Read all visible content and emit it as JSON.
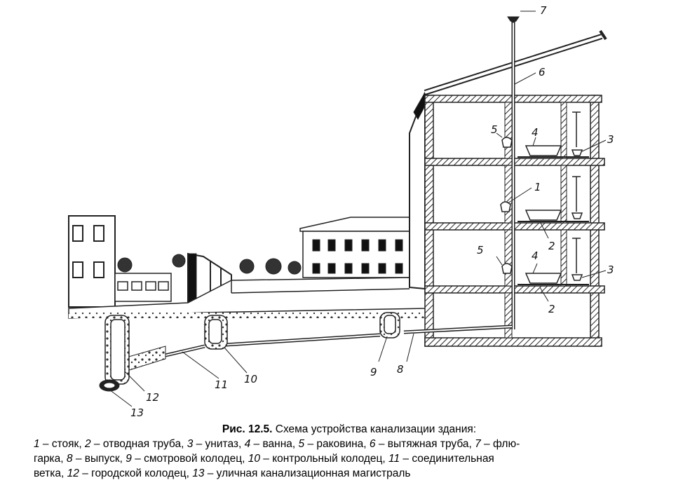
{
  "labels": {
    "l1": "1",
    "l2a": "2",
    "l2b": "2",
    "l3a": "3",
    "l3b": "3",
    "l4a": "4",
    "l4b": "4",
    "l5a": "5",
    "l5b": "5",
    "l6": "6",
    "l7": "7",
    "l8": "8",
    "l9": "9",
    "l10": "10",
    "l11": "11",
    "l12": "12",
    "l13": "13"
  },
  "caption": {
    "fig_no": "Рис. 12.5.",
    "title": "Схема устройства канализации здания:",
    "legend": [
      {
        "num": "1",
        "text": "стояк,"
      },
      {
        "num": "2",
        "text": "отводная труба,"
      },
      {
        "num": "3",
        "text": "унитаз,"
      },
      {
        "num": "4",
        "text": "ванна,"
      },
      {
        "num": "5",
        "text": "раковина,"
      },
      {
        "num": "6",
        "text": "вытяжная труба,"
      },
      {
        "num": "7",
        "text": "флю-"
      },
      {
        "num": "",
        "text": "гарка,"
      },
      {
        "num": "8",
        "text": "выпуск,"
      },
      {
        "num": "9",
        "text": "смотровой колодец,"
      },
      {
        "num": "10",
        "text": "контрольный колодец,"
      },
      {
        "num": "11",
        "text": "соединительная"
      },
      {
        "num": "",
        "text": "ветка,"
      },
      {
        "num": "12",
        "text": "городской колодец,"
      },
      {
        "num": "13",
        "text": "уличная канализационная магистраль"
      }
    ]
  }
}
